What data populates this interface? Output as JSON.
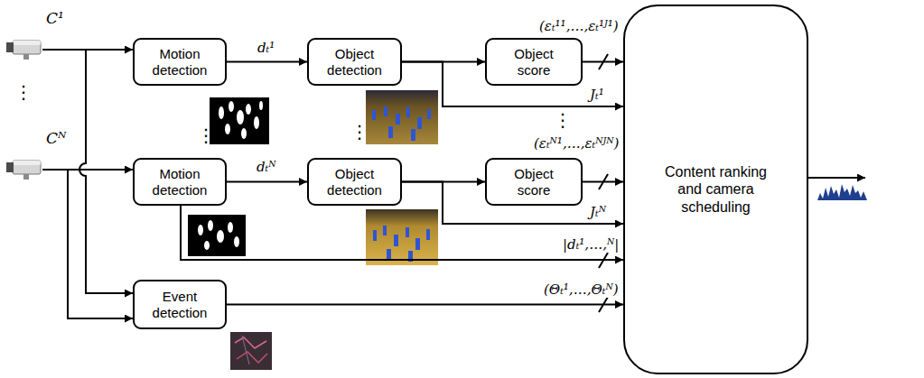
{
  "diagram": {
    "nodes": [
      {
        "text": [
          "C¹"
        ]
      },
      {
        "text": [
          "Motion detection"
        ]
      },
      {
        "text": [
          "Object detection"
        ]
      },
      {
        "text": [
          "Object score"
        ]
      },
      {
        "text": [
          "Cᴺ"
        ]
      },
      {
        "text": [
          "Motion detection"
        ]
      },
      {
        "text": [
          "Object detection"
        ]
      },
      {
        "text": [
          "Object score"
        ]
      },
      {
        "text": [
          "Event detection"
        ]
      },
      {
        "text": [
          "Content ranking and camera scheduling"
        ]
      }
    ],
    "edges": [
      {
        "from": 0,
        "to": 1,
        "arrow": "to"
      },
      {
        "from": 0,
        "to": 8,
        "arrow": "to"
      },
      {
        "from": 1,
        "to": 2,
        "label": "dₜ¹",
        "arrow": "to"
      },
      {
        "from": 2,
        "to": 3,
        "arrow": "to"
      },
      {
        "from": 2,
        "to": 9,
        "label": "Jₜ¹",
        "arrow": "to"
      },
      {
        "from": 3,
        "to": 9,
        "label": "(εₜ¹¹,…,εₜ¹ᴶ¹)",
        "arrow": "to"
      },
      {
        "from": 4,
        "to": 5,
        "arrow": "to"
      },
      {
        "from": 4,
        "to": 8,
        "arrow": "to"
      },
      {
        "from": 5,
        "to": 6,
        "label": "dₜᴺ",
        "arrow": "to"
      },
      {
        "from": 6,
        "to": 7,
        "arrow": "to"
      },
      {
        "from": 6,
        "to": 9,
        "label": "Jₜᴺ",
        "arrow": "to"
      },
      {
        "from": 7,
        "to": 9,
        "label": "(εₜᴺ¹,…,εₜᴺᴶᴺ)",
        "arrow": "to"
      },
      {
        "from": 5,
        "to": 9,
        "label": "|dₜ¹,…,ᴺ|",
        "arrow": "to"
      },
      {
        "from": 8,
        "to": 9,
        "label": "(Θₜ¹,…,Θₜᴺ)",
        "arrow": "to"
      }
    ],
    "labels": [
      "⋮",
      "⋮",
      "⋮",
      "⋮"
    ]
  }
}
